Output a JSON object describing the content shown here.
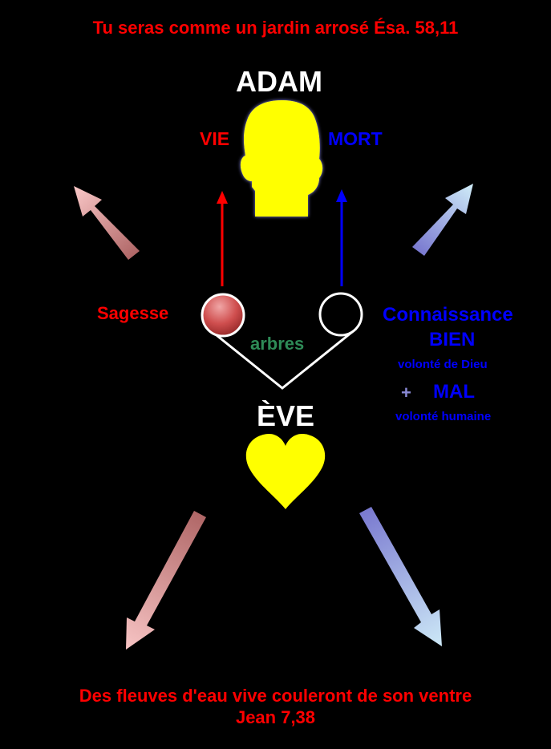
{
  "verse_top": "Tu seras comme un jardin arrosé Ésa. 58,11",
  "adam": "ADAM",
  "vie": "VIE",
  "mort": "MORT",
  "sagesse": "Sagesse",
  "arbres": "arbres",
  "connaissance": "Connaissance",
  "bien": "BIEN",
  "bien_sub": "volonté de Dieu",
  "plus": "+",
  "mal": "MAL",
  "mal_sub": "volonté humaine",
  "eve": "ÈVE",
  "verse_bottom_line1": "Des fleuves d'eau vive couleront de son ventre",
  "verse_bottom_line2": "Jean 7,38",
  "colors": {
    "background": "#000000",
    "red_text": "#ff0000",
    "blue_text": "#0000ff",
    "white_text": "#ffffff",
    "green_text": "#2e8b57",
    "yellow_shape": "#ffff00",
    "pink_arrow": "#f7c4c4",
    "lightblue_arrow": "#cde9f7",
    "plus_color": "#8a8ad6"
  }
}
